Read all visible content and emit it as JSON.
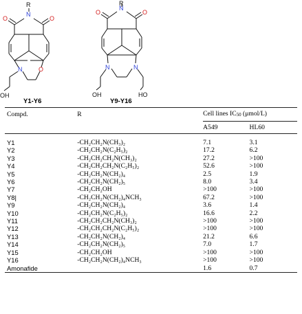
{
  "structures": [
    {
      "label": "Y1-Y6",
      "atoms": {
        "R": "R",
        "N_imide": "N",
        "O1": "O",
        "O2": "O",
        "N_amine": "N",
        "O_ring": "O",
        "OH": "OH"
      }
    },
    {
      "label": "Y9-Y16",
      "atoms": {
        "R": "R",
        "N_imide": "N",
        "O1": "O",
        "O2": "O",
        "N_a": "N",
        "N_b": "N",
        "OH_left": "OH",
        "OH_right": "HO"
      }
    }
  ],
  "table": {
    "headers": {
      "compd": "Compd.",
      "r": "R",
      "group_prefix": "Cell lines IC",
      "group_sub": "50",
      "group_suffix": " (μmol/L)",
      "a549": "A549",
      "hl60": "HL60"
    },
    "rows": [
      {
        "compd": "Y1",
        "r": "-CH₂CH₂N(CH₃)₂",
        "a549": "7.1",
        "hl60": "3.1"
      },
      {
        "compd": "Y2",
        "r": "-CH₂CH₂N(C₂H₅)₂",
        "a549": "17.2",
        "hl60": "6.2"
      },
      {
        "compd": "Y3",
        "r": "-CH₂CH₂CH₂N(CH₃)₂",
        "a549": "27.2",
        "hl60": ">100"
      },
      {
        "compd": "Y4",
        "r": "-CH₂CH₂CH₂N(C₂H₅)₂",
        "a549": "52.6",
        "hl60": ">100"
      },
      {
        "compd": "Y5",
        "r": "-CH₂CH₂N(CH₂)₄",
        "a549": "2.5",
        "hl60": "1.9"
      },
      {
        "compd": "Y6",
        "r": "-CH₂CH₂N(CH₂)₅",
        "a549": "8.0",
        "hl60": "3.4"
      },
      {
        "compd": "Y7",
        "r": "-CH₂CH₂OH",
        "a549": ">100",
        "hl60": ">100"
      },
      {
        "compd": "Y8|",
        "r": "-CH₂CH₂N(CH₂)₄NCH₃",
        "a549": "67.2",
        "hl60": ">100"
      },
      {
        "compd": "Y9",
        "r": "-CH₂CH₂N(CH₂)₄",
        "a549": "3.6",
        "hl60": "1.4"
      },
      {
        "compd": "Y10",
        "r": "-CH₂CH₂N(C₂H₅)₂",
        "a549": "16.6",
        "hl60": "2.2"
      },
      {
        "compd": "Y11",
        "r": "-CH₂CH₂CH₂N(CH₃)₂",
        "a549": ">100",
        "hl60": ">100"
      },
      {
        "compd": "Y12",
        "r": "-CH₂CH₂CH₂N(C₂H₅)₂",
        "a549": ">100",
        "hl60": ">100"
      },
      {
        "compd": "Y13",
        "r": "-CH₂CH₂N(CH₂)₄",
        "a549": "21.2",
        "hl60": "6.6"
      },
      {
        "compd": "Y14",
        "r": "-CH₂CH₂N(CH₂)₅",
        "a549": "7.0",
        "hl60": "1.7"
      },
      {
        "compd": "Y15",
        "r": "-CH₂CH₂OH",
        "a549": ">100",
        "hl60": ">100"
      },
      {
        "compd": "Y16",
        "r": "-CH₂CH₂N(CH₂)₄NCH₃",
        "a549": ">100",
        "hl60": ">100"
      },
      {
        "compd": "Amonafide",
        "r": "",
        "a549": "1.6",
        "hl60": "0.7"
      }
    ]
  },
  "colors": {
    "nitrogen": "#2b3fd6",
    "oxygen": "#d42020",
    "rule": "#222222"
  }
}
